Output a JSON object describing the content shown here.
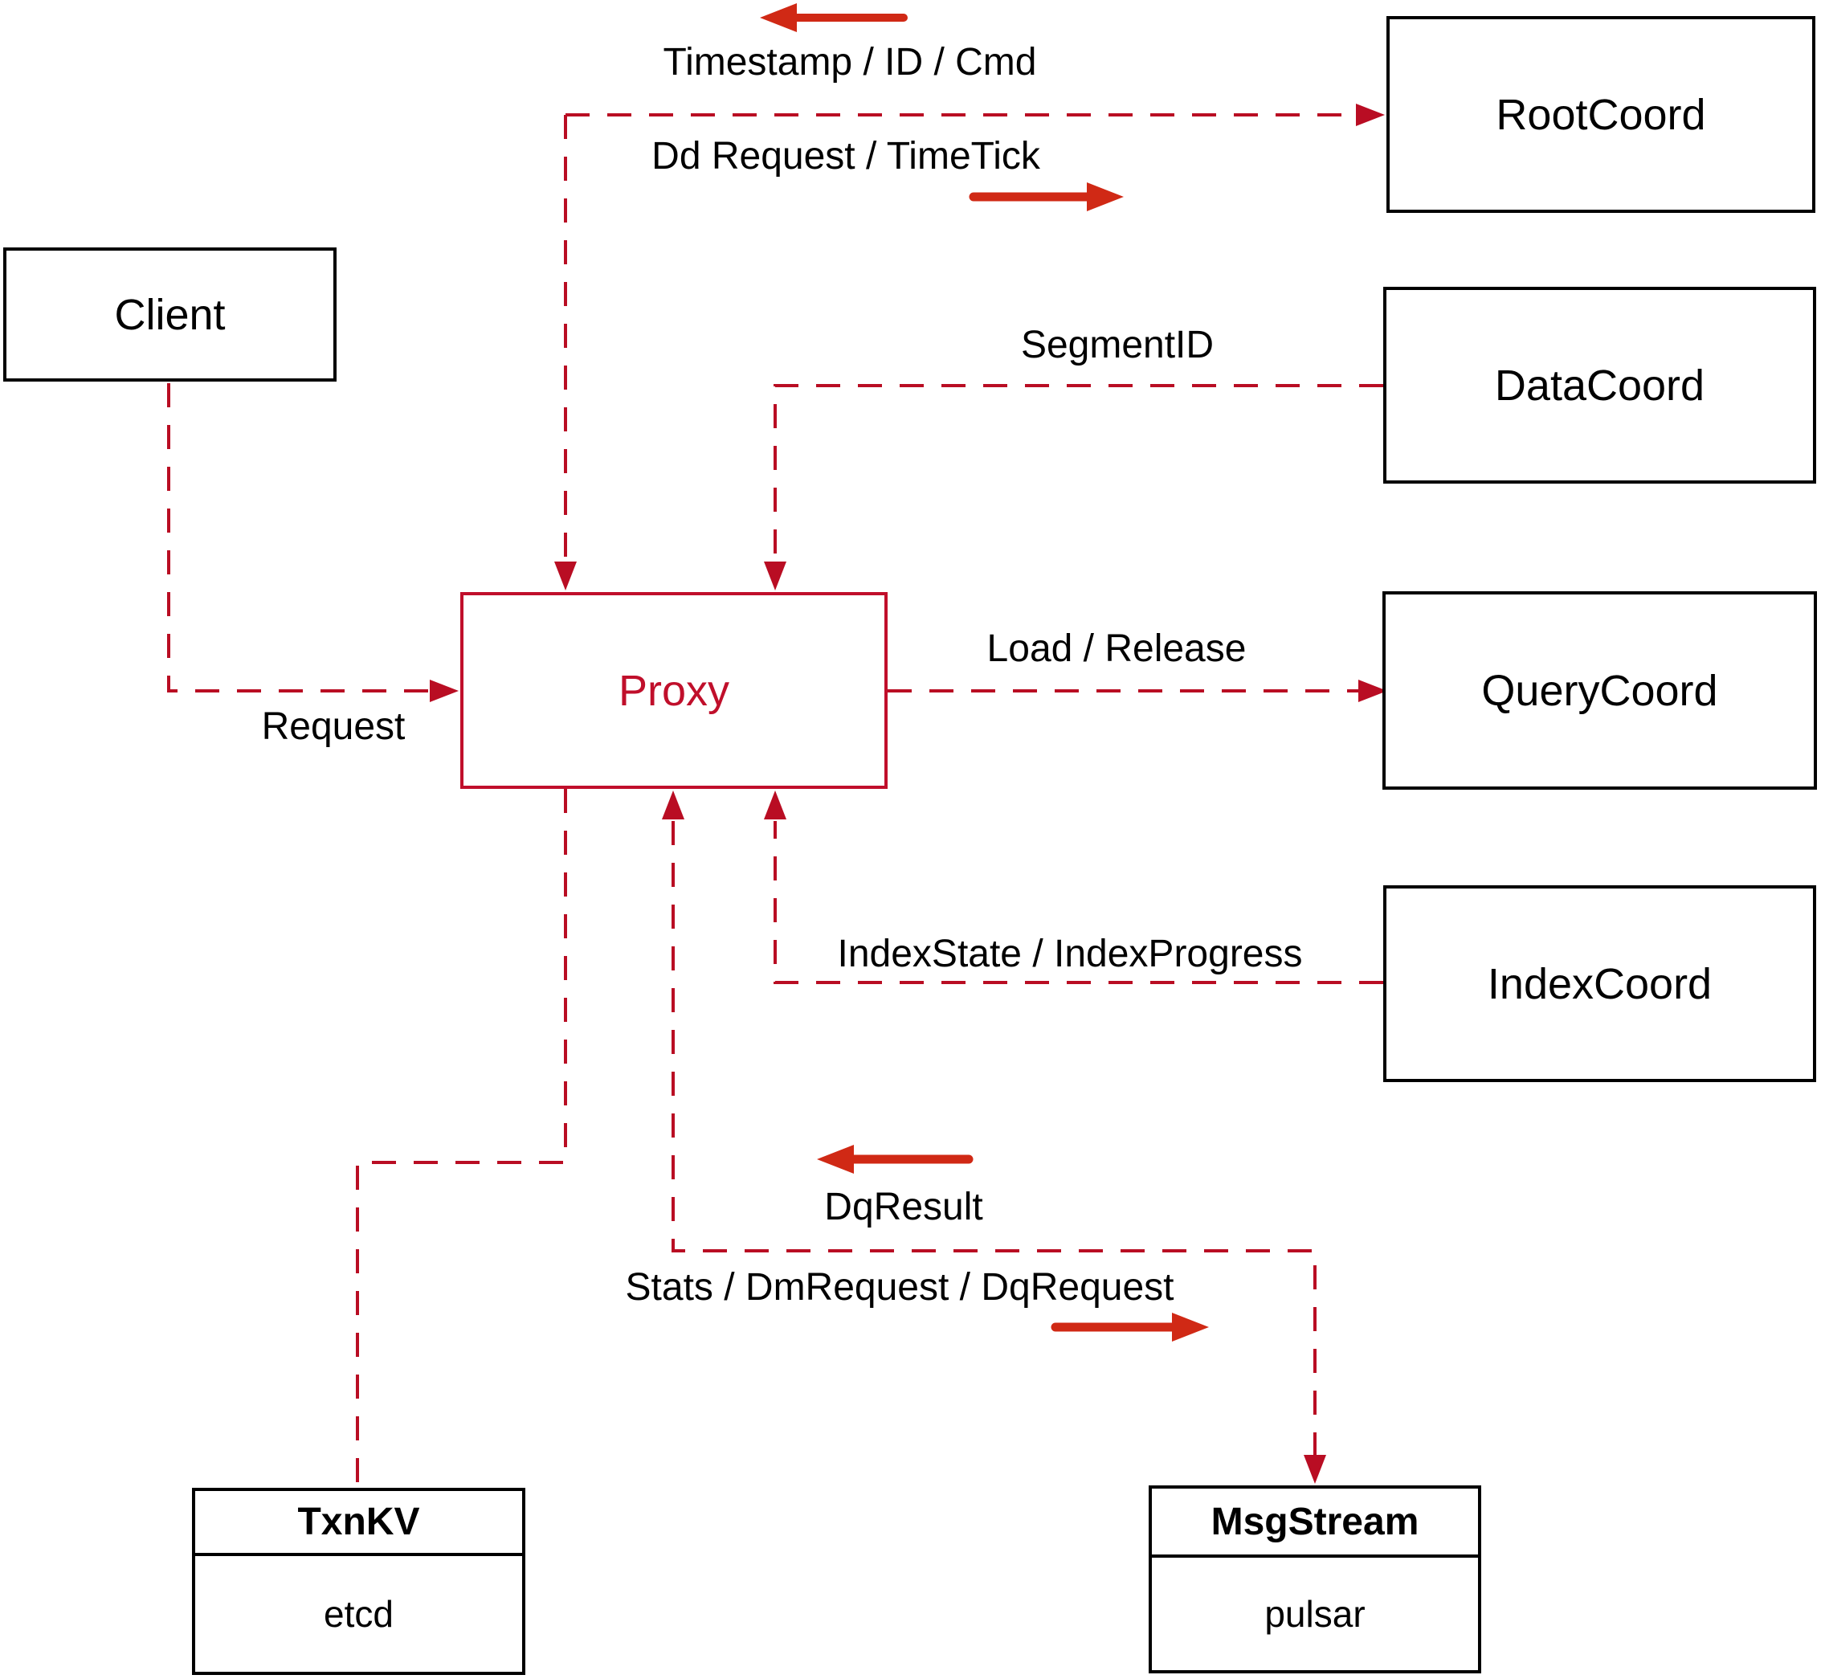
{
  "nodes": {
    "client": {
      "label": "Client"
    },
    "root_coord": {
      "label": "RootCoord"
    },
    "data_coord": {
      "label": "DataCoord"
    },
    "query_coord": {
      "label": "QueryCoord"
    },
    "index_coord": {
      "label": "IndexCoord"
    },
    "proxy": {
      "label": "Proxy"
    },
    "txn_kv": {
      "title": "TxnKV",
      "impl": "etcd"
    },
    "msg_stream": {
      "title": "MsgStream",
      "impl": "pulsar"
    }
  },
  "edge_labels": {
    "timestamp_id_cmd": "Timestamp / ID / Cmd",
    "dd_request_timetick": "Dd Request / TimeTick",
    "segment_id": "SegmentID",
    "load_release": "Load / Release",
    "index_state_progress": "IndexState / IndexProgress",
    "request": "Request",
    "dq_result": "DqResult",
    "stats_dm_dq_request": "Stats / DmRequest / DqRequest"
  },
  "direction_arrows": [
    {
      "id": "top-left-arrow",
      "direction": "left"
    },
    {
      "id": "top-right-arrow",
      "direction": "right"
    },
    {
      "id": "bottom-left-arrow",
      "direction": "left"
    },
    {
      "id": "bottom-right-arrow",
      "direction": "right"
    }
  ],
  "colors": {
    "dashed_line": "#b90d23",
    "solid_arrow": "#d02915",
    "box_border": "#000000",
    "text": "#000000",
    "proxy_accent": "#c00f2b",
    "background": "#ffffff"
  }
}
